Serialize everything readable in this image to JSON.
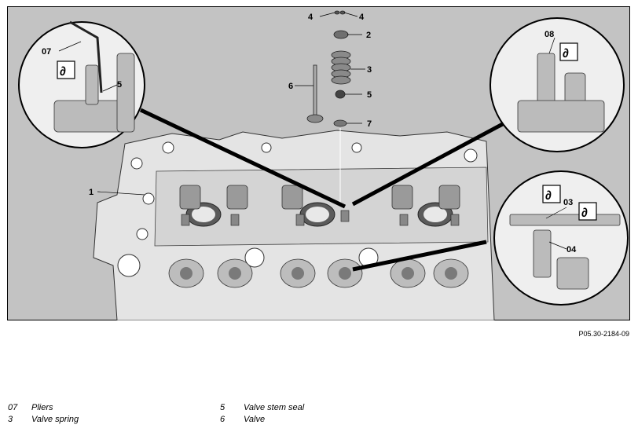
{
  "figure": {
    "callouts": {
      "c1": "1",
      "c2": "2",
      "c3": "3",
      "c4a": "4",
      "c4b": "4",
      "c5a": "5",
      "c6": "6",
      "c7": "7",
      "c07": "07",
      "c5b": "5",
      "c08": "08",
      "c03": "03",
      "c04": "04"
    },
    "reference": "P05.30-2184-09"
  },
  "legend": [
    {
      "num": "07",
      "label": "Pliers"
    },
    {
      "num": "3",
      "label": "Valve spring"
    },
    {
      "num": "5",
      "label": "Valve stem seal"
    },
    {
      "num": "6",
      "label": "Valve"
    }
  ]
}
